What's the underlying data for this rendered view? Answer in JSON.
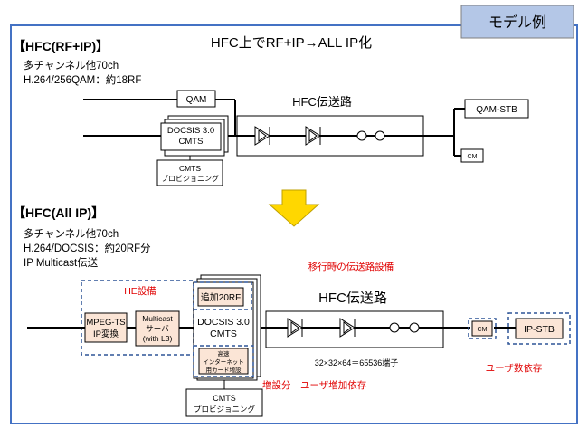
{
  "badge": "モデル例",
  "main_title": "HFC上でRF+IP→ALL IP化",
  "top": {
    "heading": "【HFC(RF+IP)】",
    "desc1": "多チャンネル他70ch",
    "desc2": "H.264/256QAM：約18RF",
    "qam": "QAM",
    "docsis_line1": "DOCSIS 3.0",
    "docsis_line2": "CMTS",
    "cmts_prov_line1": "CMTS",
    "cmts_prov_line2": "プロビジョニング",
    "hfc_label": "HFC伝送路",
    "qam_stb": "QAM-STB",
    "cm": "CM"
  },
  "bottom": {
    "heading": "【HFC(All IP)】",
    "desc1": "多チャンネル他70ch",
    "desc2": "H.264/DOCSIS：約20RF分",
    "desc3": "IP Multicast伝送",
    "migration_label": "移行時の伝送路設備",
    "he_label": "HE設備",
    "mpeg_line1": "MPEG-TS",
    "mpeg_line2": "IP変換",
    "mc_line1": "Multicast",
    "mc_line2": "サーバ",
    "mc_line3": "(with L3)",
    "add20rf": "追加20RF",
    "docsis_line1": "DOCSIS 3.0",
    "docsis_line2": "CMTS",
    "card_line1": "高速",
    "card_line2": "インターネット",
    "card_line3": "用カード増設",
    "cmts_prov_line1": "CMTS",
    "cmts_prov_line2": "プロビジョニング",
    "hfc_label": "HFC伝送路",
    "cm": "CM",
    "ip_stb": "IP-STB",
    "formula": "32×32×64＝65536端子",
    "note_increase": "増設分",
    "note_user": "ユーザ増加依存",
    "note_user_count": "ユーザ数依存"
  },
  "colors": {
    "frame": "#4472c4",
    "badge_fill": "#b4c7e7",
    "box_fill": "#fbe5d6",
    "dashed": "#2f5597",
    "arrow": "#ffd700",
    "red": "#e00000"
  }
}
